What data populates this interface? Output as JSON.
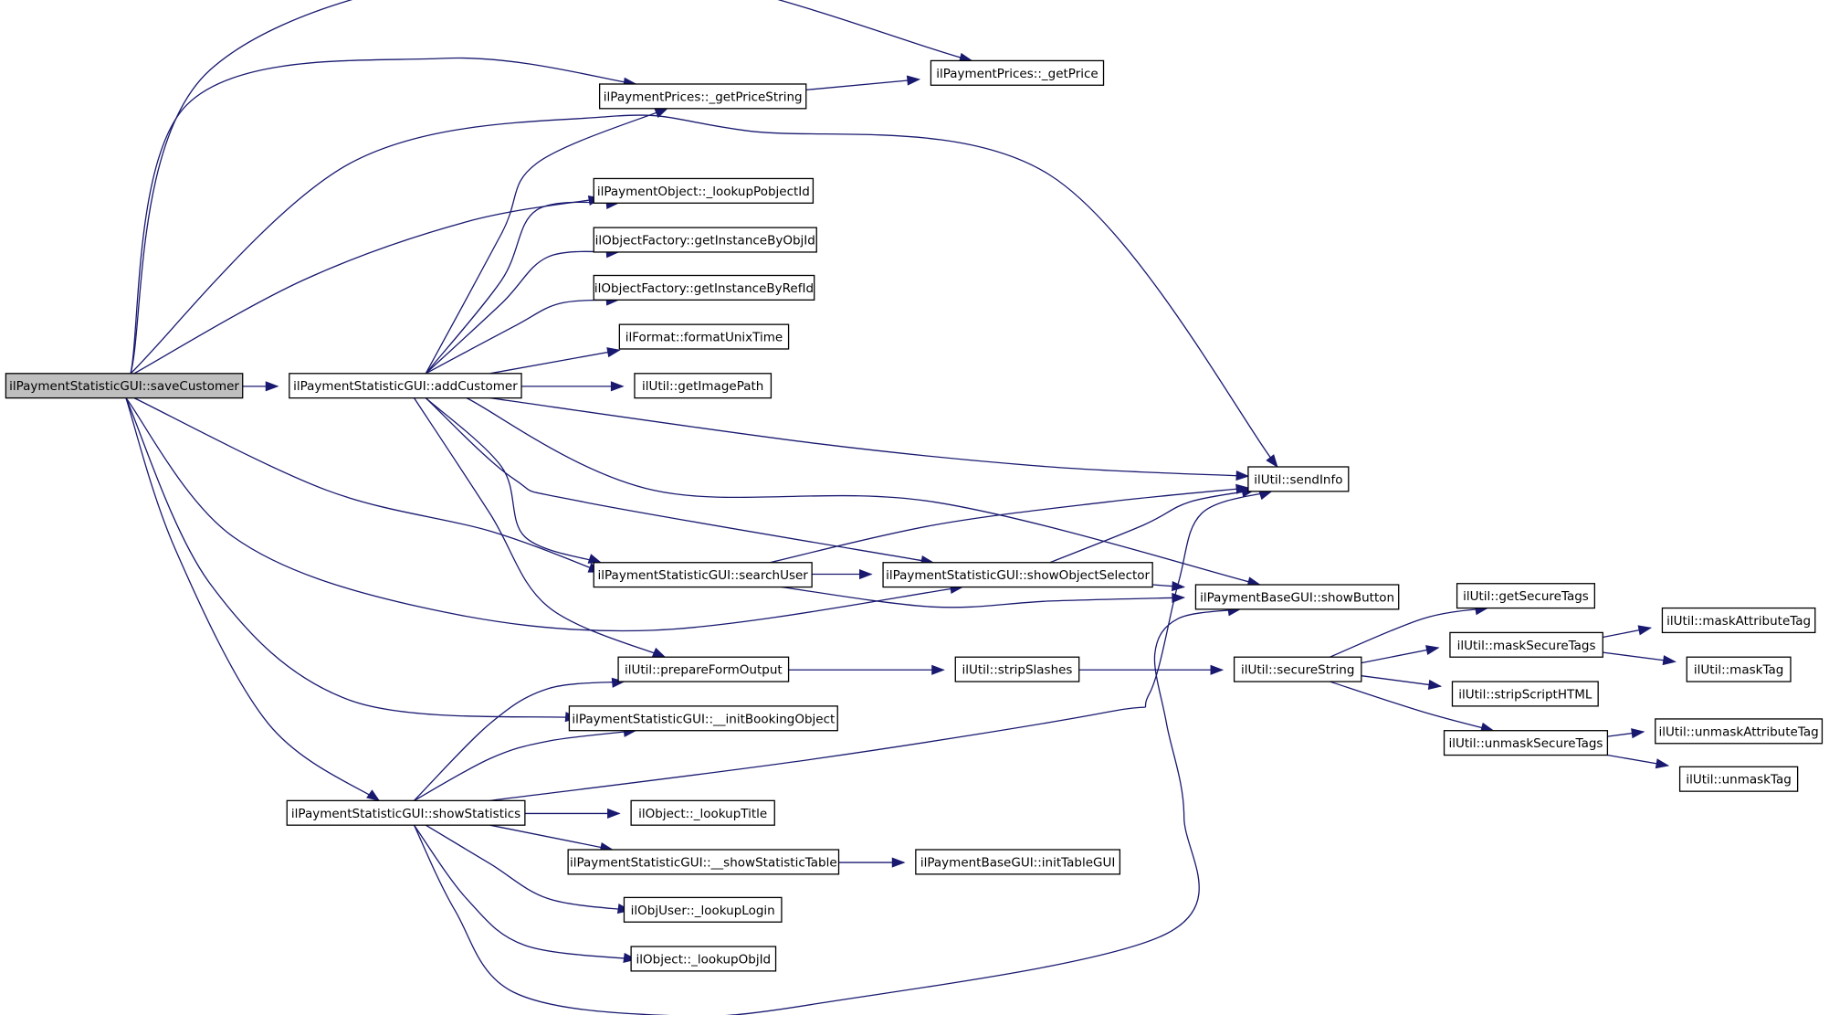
{
  "colors": {
    "edge": "#191970",
    "root_fill": "#bfbfbf",
    "node_fill": "#ffffff",
    "border": "#000000"
  },
  "nodes": [
    {
      "id": "n0",
      "label": "ilPaymentStatisticGUI::saveCustomer",
      "root": true
    },
    {
      "id": "n1",
      "label": "ilPaymentStatisticGUI::addCustomer"
    },
    {
      "id": "n2",
      "label": "ilPaymentPrices::_getPriceString"
    },
    {
      "id": "n3",
      "label": "ilPaymentPrices::_getPrice"
    },
    {
      "id": "n4",
      "label": "ilPaymentObject::_lookupPobjectId"
    },
    {
      "id": "n5",
      "label": "ilObjectFactory::getInstanceByObjId"
    },
    {
      "id": "n6",
      "label": "ilObjectFactory::getInstanceByRefId"
    },
    {
      "id": "n7",
      "label": "ilFormat::formatUnixTime"
    },
    {
      "id": "n8",
      "label": "ilUtil::getImagePath"
    },
    {
      "id": "n9",
      "label": "ilUtil::sendInfo"
    },
    {
      "id": "n10",
      "label": "ilPaymentStatisticGUI::searchUser"
    },
    {
      "id": "n11",
      "label": "ilPaymentStatisticGUI::showObjectSelector"
    },
    {
      "id": "n12",
      "label": "ilPaymentBaseGUI::showButton"
    },
    {
      "id": "n13",
      "label": "ilUtil::prepareFormOutput"
    },
    {
      "id": "n14",
      "label": "ilUtil::stripSlashes"
    },
    {
      "id": "n15",
      "label": "ilUtil::secureString"
    },
    {
      "id": "n16",
      "label": "ilUtil::getSecureTags"
    },
    {
      "id": "n17",
      "label": "ilUtil::maskSecureTags"
    },
    {
      "id": "n18",
      "label": "ilUtil::maskAttributeTag"
    },
    {
      "id": "n19",
      "label": "ilUtil::maskTag"
    },
    {
      "id": "n20",
      "label": "ilUtil::stripScriptHTML"
    },
    {
      "id": "n21",
      "label": "ilUtil::unmaskSecureTags"
    },
    {
      "id": "n22",
      "label": "ilUtil::unmaskAttributeTag"
    },
    {
      "id": "n23",
      "label": "ilUtil::unmaskTag"
    },
    {
      "id": "n24",
      "label": "ilPaymentStatisticGUI::__initBookingObject"
    },
    {
      "id": "n25",
      "label": "ilPaymentStatisticGUI::showStatistics"
    },
    {
      "id": "n26",
      "label": "ilObject::_lookupTitle"
    },
    {
      "id": "n27",
      "label": "ilPaymentStatisticGUI::__showStatisticTable"
    },
    {
      "id": "n28",
      "label": "ilPaymentBaseGUI::initTableGUI"
    },
    {
      "id": "n29",
      "label": "ilObjUser::_lookupLogin"
    },
    {
      "id": "n30",
      "label": "ilObject::_lookupObjId"
    }
  ],
  "edges": [
    {
      "from": "n0",
      "to": "n1"
    },
    {
      "from": "n0",
      "to": "n2"
    },
    {
      "from": "n0",
      "to": "n3"
    },
    {
      "from": "n0",
      "to": "n4"
    },
    {
      "from": "n0",
      "to": "n9"
    },
    {
      "from": "n0",
      "to": "n10"
    },
    {
      "from": "n0",
      "to": "n11"
    },
    {
      "from": "n0",
      "to": "n24"
    },
    {
      "from": "n0",
      "to": "n25"
    },
    {
      "from": "n1",
      "to": "n2"
    },
    {
      "from": "n1",
      "to": "n4"
    },
    {
      "from": "n1",
      "to": "n5"
    },
    {
      "from": "n1",
      "to": "n6"
    },
    {
      "from": "n1",
      "to": "n7"
    },
    {
      "from": "n1",
      "to": "n8"
    },
    {
      "from": "n1",
      "to": "n9"
    },
    {
      "from": "n1",
      "to": "n10"
    },
    {
      "from": "n1",
      "to": "n11"
    },
    {
      "from": "n1",
      "to": "n12"
    },
    {
      "from": "n1",
      "to": "n13"
    },
    {
      "from": "n2",
      "to": "n3"
    },
    {
      "from": "n10",
      "to": "n9"
    },
    {
      "from": "n10",
      "to": "n11"
    },
    {
      "from": "n10",
      "to": "n12"
    },
    {
      "from": "n11",
      "to": "n9"
    },
    {
      "from": "n11",
      "to": "n12"
    },
    {
      "from": "n13",
      "to": "n14"
    },
    {
      "from": "n14",
      "to": "n15"
    },
    {
      "from": "n15",
      "to": "n16"
    },
    {
      "from": "n15",
      "to": "n17"
    },
    {
      "from": "n15",
      "to": "n20"
    },
    {
      "from": "n15",
      "to": "n21"
    },
    {
      "from": "n17",
      "to": "n18"
    },
    {
      "from": "n17",
      "to": "n19"
    },
    {
      "from": "n21",
      "to": "n22"
    },
    {
      "from": "n21",
      "to": "n23"
    },
    {
      "from": "n25",
      "to": "n13"
    },
    {
      "from": "n25",
      "to": "n24"
    },
    {
      "from": "n25",
      "to": "n9"
    },
    {
      "from": "n25",
      "to": "n26"
    },
    {
      "from": "n25",
      "to": "n27"
    },
    {
      "from": "n25",
      "to": "n29"
    },
    {
      "from": "n25",
      "to": "n30"
    },
    {
      "from": "n25",
      "to": "n12"
    },
    {
      "from": "n27",
      "to": "n28"
    }
  ]
}
